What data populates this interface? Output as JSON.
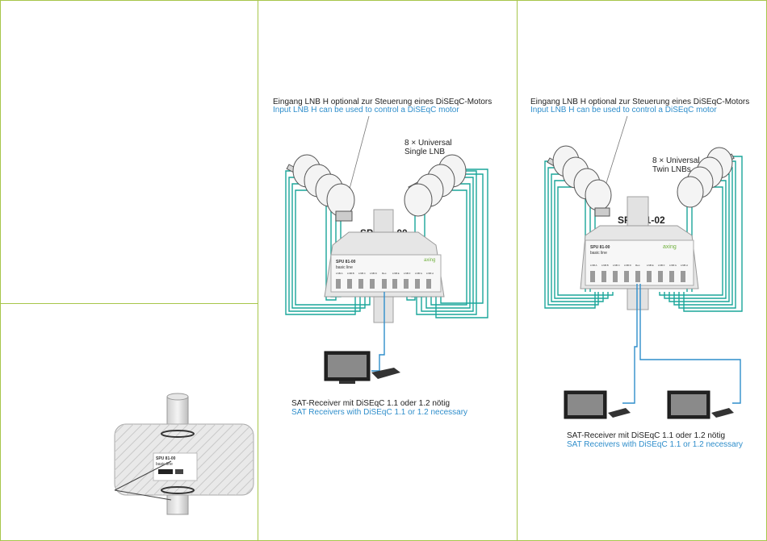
{
  "colors": {
    "frame_border": "#a7c64a",
    "cable": "#1aa59a",
    "cable_receiver": "#2f8ecb",
    "english_text": "#2f8ecb",
    "brand": "#6fb03c"
  },
  "left_panel": {
    "device": {
      "model_label": "SPU 81-00",
      "line_label": "basic line"
    }
  },
  "diagram_single": {
    "note_de": "Eingang LNB H optional zur Steuerung eines DiSEqC-Motors",
    "note_en": "Input LNB H can be used to control a DiSEqC motor",
    "lnb_label_line1": "8 × Universal",
    "lnb_label_line2": "Single LNB",
    "model": "SPU 81-00",
    "device": {
      "model_label": "SPU 81-00",
      "line_label": "basic line",
      "brand": "axing",
      "ports": [
        "LNB A",
        "LNB B",
        "LNB C",
        "LNB D",
        "Rec.",
        "LNB E",
        "LNB F",
        "LNB G",
        "LNB H"
      ]
    },
    "receiver_de": "SAT-Receiver mit DiSEqC 1.1 oder 1.2 nötig",
    "receiver_en": "SAT Receivers with DiSEqC 1.1 or 1.2 necessary"
  },
  "diagram_twin": {
    "note_de": "Eingang LNB H optional zur Steuerung eines DiSEqC-Motors",
    "note_en": "Input LNB H can be used to control a DiSEqC motor",
    "lnb_label_line1": "8 × Universal",
    "lnb_label_line2": "Twin LNBs",
    "model": "SPU 81-02",
    "device": {
      "model_label": "SPU 81-00",
      "line_label": "basic line",
      "brand": "axing",
      "ports": [
        "LNB A",
        "LNB B",
        "LNB C",
        "LNB D",
        "Rec.",
        "LNB E",
        "LNB F",
        "LNB G",
        "LNB H"
      ]
    },
    "receiver_de": "SAT-Receiver mit DiSEqC 1.1 oder 1.2 nötig",
    "receiver_en": "SAT Receivers with DiSEqC 1.1 or 1.2 necessary"
  }
}
